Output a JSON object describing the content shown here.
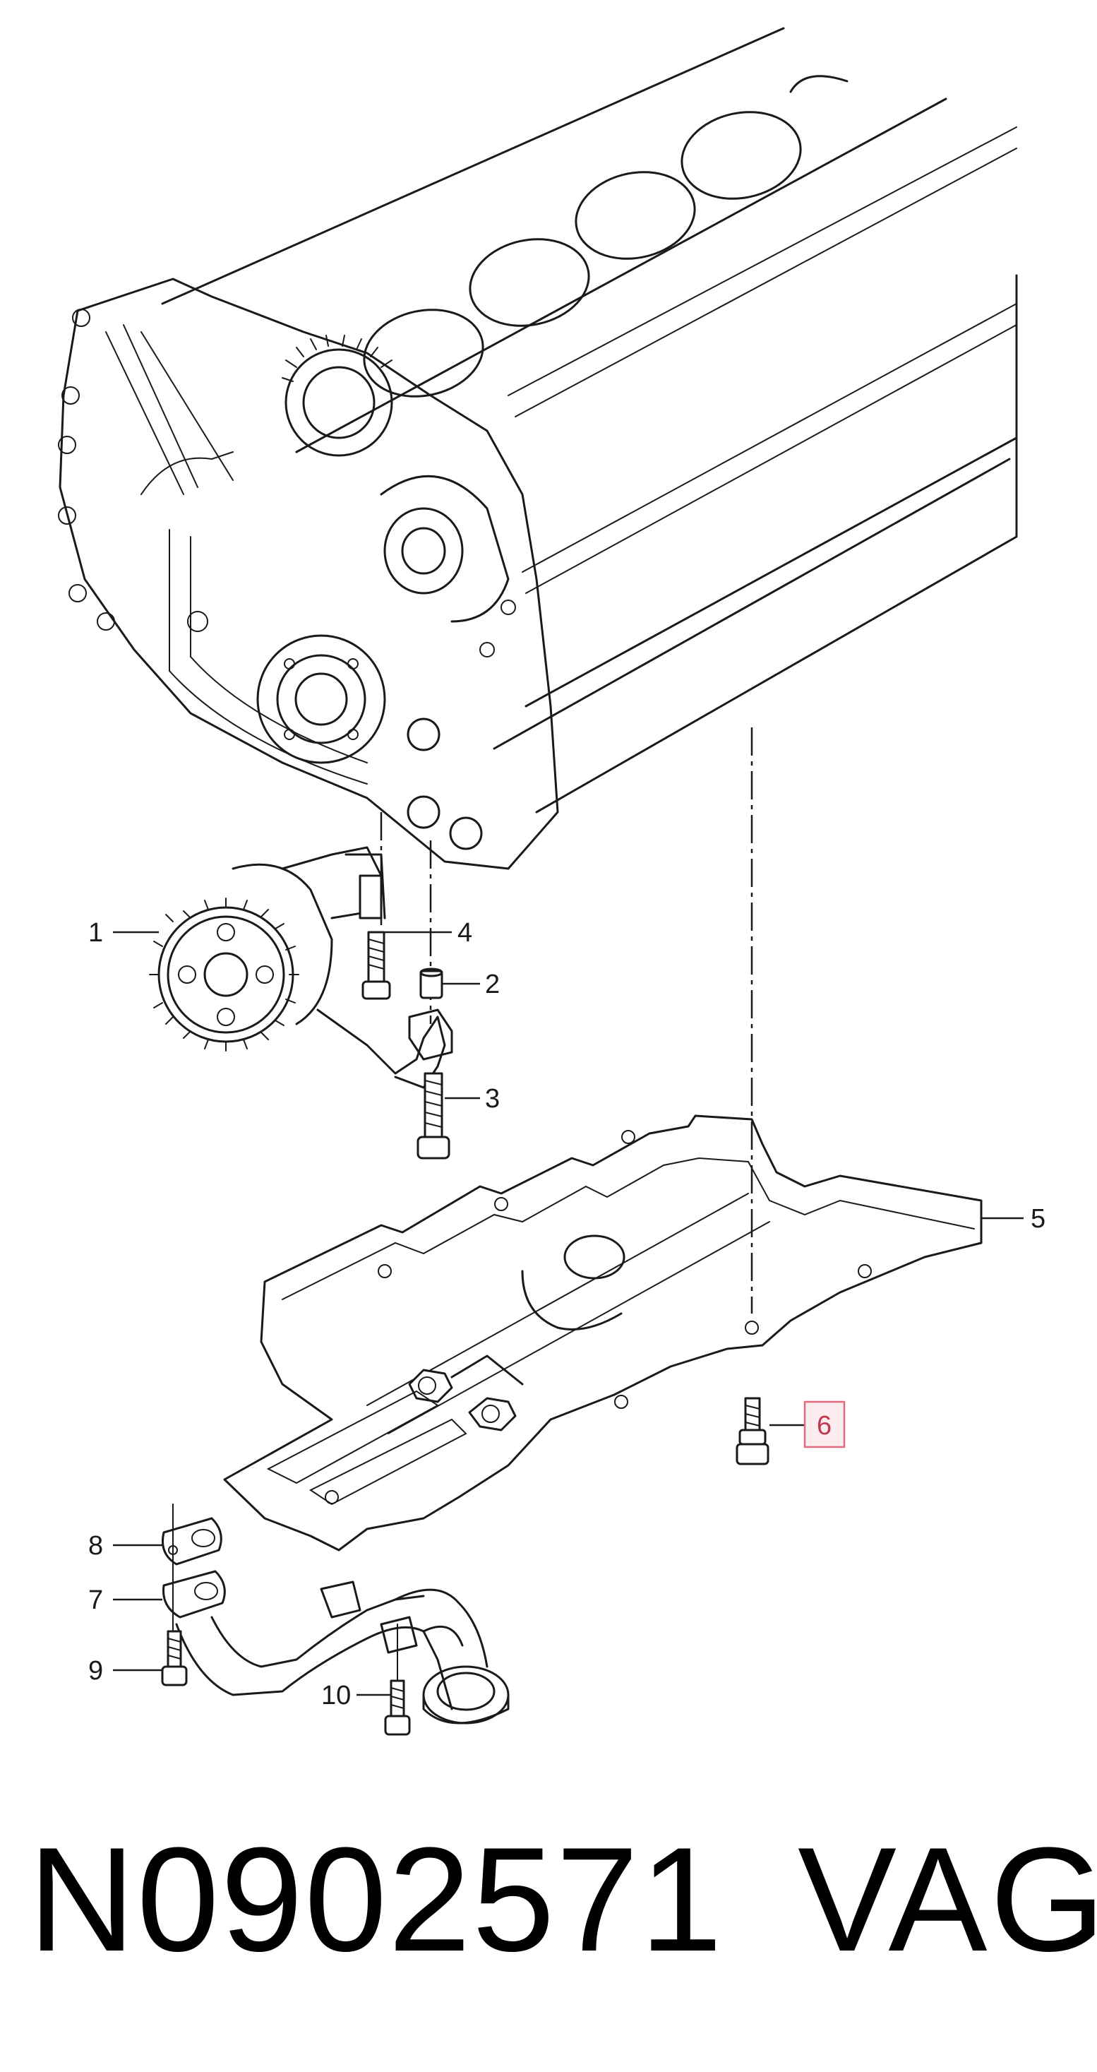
{
  "diagram": {
    "callouts": [
      {
        "id": "1",
        "label": "1"
      },
      {
        "id": "2",
        "label": "2"
      },
      {
        "id": "3",
        "label": "3"
      },
      {
        "id": "4",
        "label": "4"
      },
      {
        "id": "5",
        "label": "5"
      },
      {
        "id": "6",
        "label": "6",
        "highlighted": true
      },
      {
        "id": "7",
        "label": "7"
      },
      {
        "id": "8",
        "label": "8"
      },
      {
        "id": "9",
        "label": "9"
      },
      {
        "id": "10",
        "label": "10"
      }
    ],
    "highlight_color": "#e06b7f"
  },
  "footer": {
    "part_number": "N0902571",
    "brand": "VAG"
  }
}
